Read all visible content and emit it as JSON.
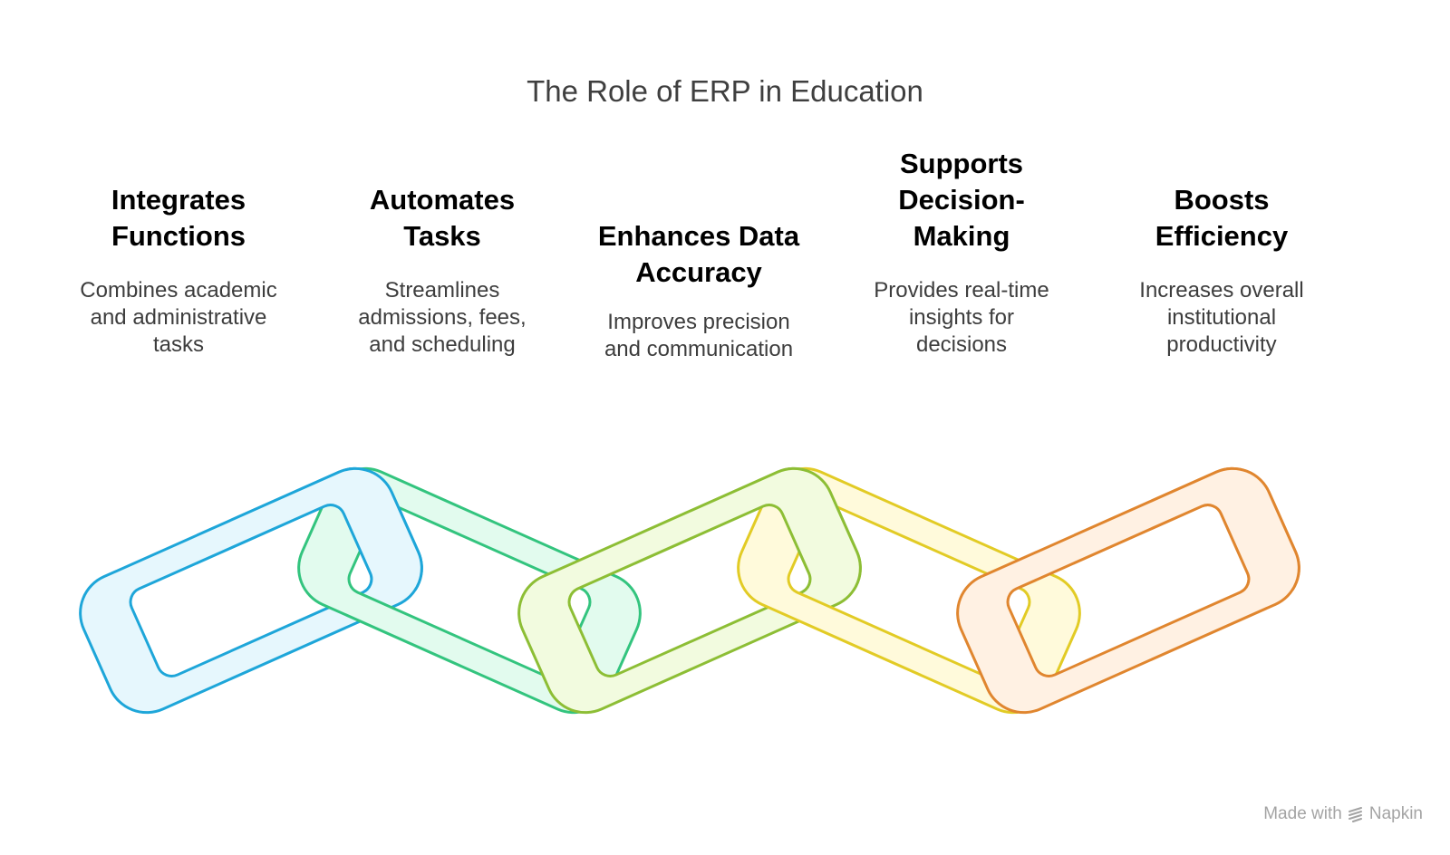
{
  "title": "The Role of ERP in Education",
  "items": [
    {
      "heading": "Integrates\nFunctions",
      "description": "Combines academic\nand administrative\ntasks",
      "color": "#1EA6D9",
      "fill": "#E6F7FD"
    },
    {
      "heading": "Automates\nTasks",
      "description": "Streamlines\nadmissions, fees,\nand scheduling",
      "color": "#33C47E",
      "fill": "#E2FBEE"
    },
    {
      "heading": "Enhances Data\nAccuracy",
      "description": "Improves precision\nand communication",
      "color": "#8DBE35",
      "fill": "#F2FBDF"
    },
    {
      "heading": "Supports\nDecision-\nMaking",
      "description": "Provides real-time\ninsights for\ndecisions",
      "color": "#E2CB25",
      "fill": "#FFFADB"
    },
    {
      "heading": "Boosts\nEfficiency",
      "description": "Increases overall\ninstitutional\nproductivity",
      "color": "#E0862F",
      "fill": "#FFF1E3"
    }
  ],
  "watermark": {
    "prefix": "Made with",
    "brand": "Napkin"
  }
}
